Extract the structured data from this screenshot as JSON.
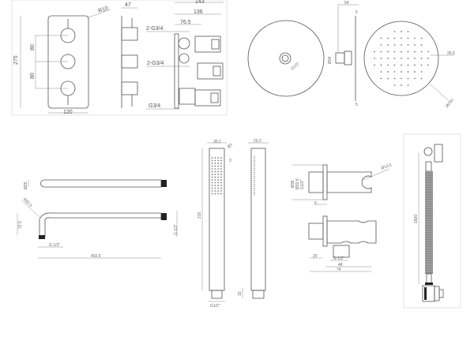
{
  "valve_panel": {
    "front": {
      "radius": "R10",
      "height": "275",
      "spacing_top": "80",
      "spacing_bottom": "80",
      "width": "120"
    },
    "side": {
      "depth": "47"
    },
    "body": {
      "overall": "143",
      "depth": "136",
      "offset": "76.5",
      "outlet_top": "2-G3/4",
      "outlet_mid": "2-G3/4",
      "inlet": "G3/4"
    }
  },
  "shower_head": {
    "connector": "G1/2\"",
    "arm_depth": "54",
    "thickness_top": "5",
    "thickness_bottom": "5",
    "neck": "Ø34",
    "nozzle": "26.5",
    "diameter": "Ø250"
  },
  "shower_arm": {
    "tube": "Ø25",
    "bend_radius": "R82.5",
    "drop": "72.5",
    "thread_bottom": "G 1/2\"",
    "thread_end": "G 1/2\"",
    "length": "402.5"
  },
  "hand_shower": {
    "width": "30.2",
    "nozzle": "Ø1",
    "pitch": "3",
    "length": "210",
    "thread": "G1/2\"",
    "side_width": "20.2",
    "thread_length": "15"
  },
  "wall_holder": {
    "flange": "Ø38",
    "boss": "Ø33.5",
    "thread_top": "G1/2\"",
    "clip": "Ø13.5",
    "flange_thickness": "5",
    "thread_length": "20",
    "outlet": "G 1/2\"",
    "outlet_offset": "48",
    "overall": "74"
  },
  "hose": {
    "length": "1500"
  }
}
